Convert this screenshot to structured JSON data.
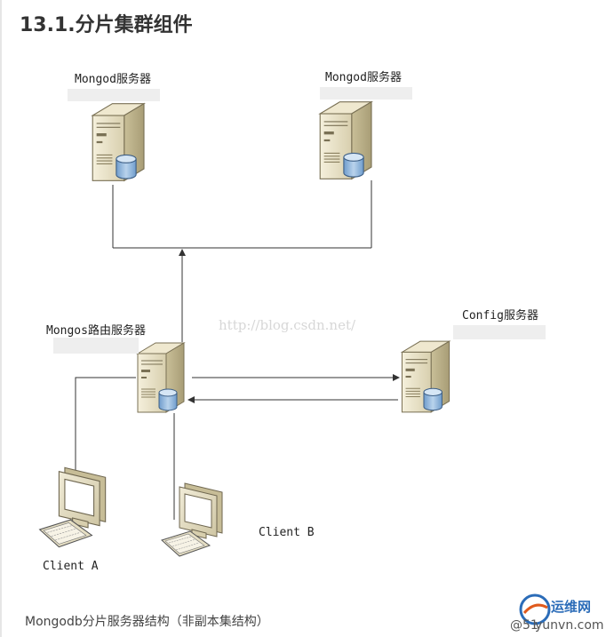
{
  "title": "13.1.分片集群组件",
  "caption": "Mongodb分片服务器结构（非副本集结构）",
  "watermark": "http://blog.csdn.net/",
  "nodes": {
    "mongod_left": "Mongod服务器",
    "mongod_right": "Mongod服务器",
    "mongos": "Mongos路由服务器",
    "config": "Config服务器",
    "client_a": "Client A",
    "client_b": "Client B"
  },
  "logo": {
    "name": "运维网",
    "domain": "yunvn.com",
    "prefix": "@51"
  },
  "colors": {
    "server_body": "#e9e2c8",
    "server_dark": "#9a8f6c",
    "db_blue": "#8fb4d9",
    "line": "#333333"
  }
}
